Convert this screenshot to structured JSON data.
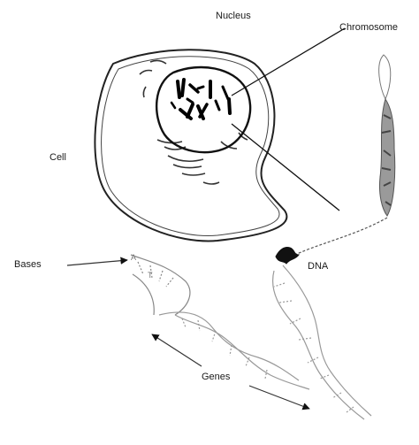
{
  "labels": {
    "nucleus": "Nucleus",
    "chromosome": "Chromosome",
    "cell": "Cell",
    "bases": "Bases",
    "dna": "DNA",
    "genes": "Genes"
  },
  "base_letters": {
    "a": "A",
    "t": "T"
  },
  "colors": {
    "ink": "#1a1a1a",
    "background": "#ffffff"
  }
}
